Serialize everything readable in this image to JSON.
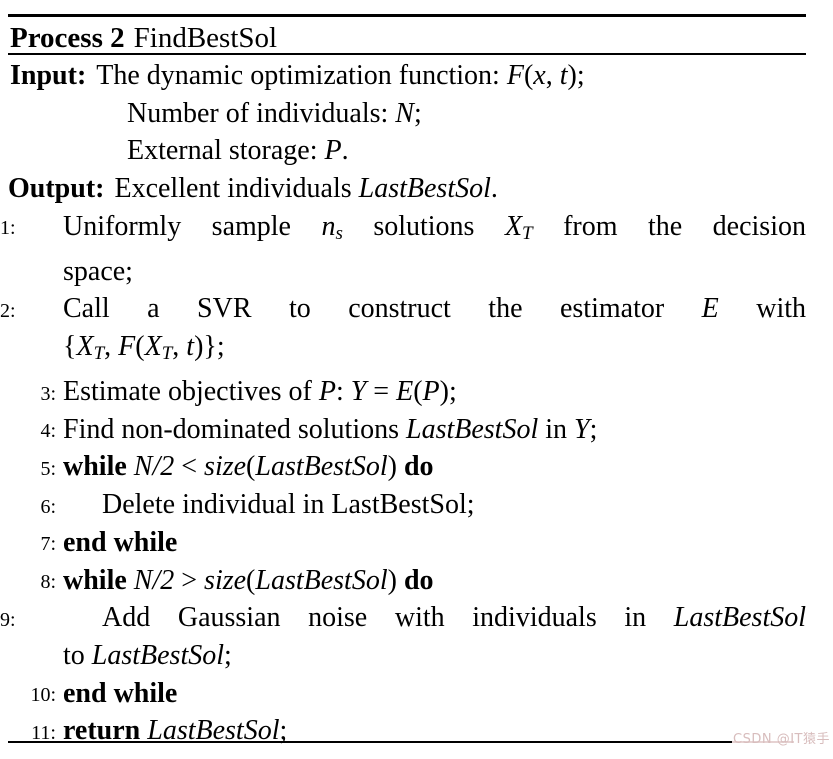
{
  "colors": {
    "text": "#000000",
    "rule": "#000000",
    "watermark": "#d8bdbd",
    "background": "#ffffff"
  },
  "title": {
    "label": "Process 2",
    "name": "FindBestSol"
  },
  "watermark": {
    "text": "CSDN @IT猿手"
  },
  "algorithm": {
    "rows": [
      {
        "level": "io",
        "num": null,
        "justify": false,
        "segments": [
          {
            "t": "Input:",
            "s": "b",
            "label": true
          },
          {
            "t": "The dynamic optimization function: "
          },
          {
            "t": "F",
            "s": "i"
          },
          {
            "t": "("
          },
          {
            "t": "x",
            "s": "i"
          },
          {
            "t": ", "
          },
          {
            "t": "t",
            "s": "i"
          },
          {
            "t": ");"
          }
        ]
      },
      {
        "level": "io-cont",
        "num": null,
        "justify": false,
        "segments": [
          {
            "t": "Number of individuals: "
          },
          {
            "t": "N",
            "s": "i"
          },
          {
            "t": ";"
          }
        ]
      },
      {
        "level": "io-cont",
        "num": null,
        "justify": false,
        "segments": [
          {
            "t": "External storage: "
          },
          {
            "t": "P",
            "s": "i"
          },
          {
            "t": "."
          }
        ]
      },
      {
        "level": "io-out",
        "num": null,
        "justify": false,
        "segments": [
          {
            "t": "Output:",
            "s": "b",
            "label": true
          },
          {
            "t": "Excellent individuals "
          },
          {
            "t": "LastBestSol",
            "s": "i"
          },
          {
            "t": "."
          }
        ]
      },
      {
        "level": "st",
        "num": "1:",
        "justify": true,
        "segments": [
          {
            "t": "Uniformly sample "
          },
          {
            "t": "n",
            "s": "i"
          },
          {
            "t": "s",
            "s": "sub"
          },
          {
            "t": " solutions "
          },
          {
            "t": "X",
            "s": "i"
          },
          {
            "t": "T",
            "s": "sub"
          },
          {
            "t": " from the decision"
          }
        ]
      },
      {
        "level": "wrap",
        "num": null,
        "justify": false,
        "segments": [
          {
            "t": "space;"
          }
        ]
      },
      {
        "level": "st",
        "num": "2:",
        "justify": true,
        "segments": [
          {
            "t": "Call a SVR to construct the estimator "
          },
          {
            "t": "E",
            "s": "i"
          },
          {
            "t": " with"
          }
        ]
      },
      {
        "level": "wrap",
        "num": null,
        "justify": false,
        "segments": [
          {
            "t": "{"
          },
          {
            "t": "X",
            "s": "i"
          },
          {
            "t": "T",
            "s": "sub"
          },
          {
            "t": ", "
          },
          {
            "t": "F",
            "s": "i"
          },
          {
            "t": "("
          },
          {
            "t": "X",
            "s": "i"
          },
          {
            "t": "T",
            "s": "sub"
          },
          {
            "t": ", "
          },
          {
            "t": "t",
            "s": "i"
          },
          {
            "t": ")};"
          }
        ]
      },
      {
        "level": "st",
        "num": "3:",
        "justify": false,
        "segments": [
          {
            "t": "Estimate objectives of "
          },
          {
            "t": "P",
            "s": "i"
          },
          {
            "t": ": "
          },
          {
            "t": "Y",
            "s": "i"
          },
          {
            "t": " = "
          },
          {
            "t": "E",
            "s": "i"
          },
          {
            "t": "("
          },
          {
            "t": "P",
            "s": "i"
          },
          {
            "t": ");"
          }
        ]
      },
      {
        "level": "st",
        "num": "4:",
        "justify": false,
        "segments": [
          {
            "t": "Find non-dominated solutions "
          },
          {
            "t": "LastBestSol",
            "s": "i"
          },
          {
            "t": " in "
          },
          {
            "t": "Y",
            "s": "i"
          },
          {
            "t": ";"
          }
        ]
      },
      {
        "level": "st",
        "num": "5:",
        "justify": false,
        "segments": [
          {
            "t": "while",
            "s": "b"
          },
          {
            "t": " "
          },
          {
            "t": "N/2",
            "s": "i"
          },
          {
            "t": " < "
          },
          {
            "t": "size",
            "s": "i"
          },
          {
            "t": "("
          },
          {
            "t": "LastBestSol",
            "s": "i"
          },
          {
            "t": ") "
          },
          {
            "t": "do",
            "s": "b"
          }
        ]
      },
      {
        "level": "nest",
        "num": "6:",
        "justify": false,
        "segments": [
          {
            "t": "Delete individual in LastBestSol;"
          }
        ]
      },
      {
        "level": "st",
        "num": "7:",
        "justify": false,
        "segments": [
          {
            "t": "end while",
            "s": "b"
          }
        ]
      },
      {
        "level": "st",
        "num": "8:",
        "justify": false,
        "segments": [
          {
            "t": "while",
            "s": "b"
          },
          {
            "t": " "
          },
          {
            "t": "N/2",
            "s": "i"
          },
          {
            "t": " > "
          },
          {
            "t": "size",
            "s": "i"
          },
          {
            "t": "("
          },
          {
            "t": "LastBestSol",
            "s": "i"
          },
          {
            "t": ") "
          },
          {
            "t": "do",
            "s": "b"
          }
        ]
      },
      {
        "level": "nest",
        "num": "9:",
        "justify": true,
        "segments": [
          {
            "t": "Add Gaussian noise with individuals in "
          },
          {
            "t": "LastBestSol",
            "s": "i"
          }
        ]
      },
      {
        "level": "wrap",
        "num": null,
        "justify": false,
        "segments": [
          {
            "t": "to "
          },
          {
            "t": "LastBestSol",
            "s": "i"
          },
          {
            "t": ";"
          }
        ]
      },
      {
        "level": "st",
        "num": "10:",
        "justify": false,
        "segments": [
          {
            "t": "end while",
            "s": "b"
          }
        ]
      },
      {
        "level": "st",
        "num": "11:",
        "justify": false,
        "segments": [
          {
            "t": "return",
            "s": "b"
          },
          {
            "t": " "
          },
          {
            "t": "LastBestSol",
            "s": "i"
          },
          {
            "t": ";"
          }
        ]
      }
    ]
  }
}
